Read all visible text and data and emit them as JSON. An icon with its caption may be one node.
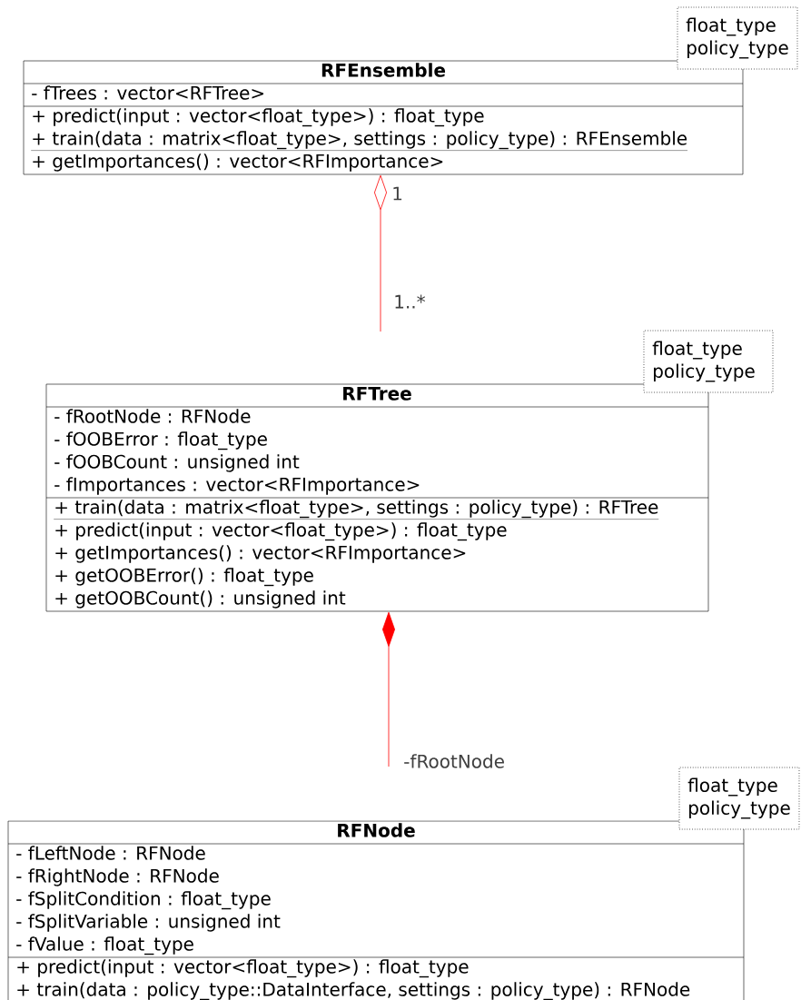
{
  "diagram": {
    "nodes": [
      {
        "text": [
          "float_type",
          "policy_type"
        ]
      },
      {
        "text": [
          "RFEnsemble",
          "- fTrees : vector<RFTree>",
          "+ predict(input : vector<float_type>) : float_type",
          "+ train(data : matrix<float_type>, settings : policy_type) : RFEnsemble",
          "+ getImportances() : vector<RFImportance>"
        ]
      },
      {
        "text": [
          "float_type",
          "policy_type"
        ]
      },
      {
        "text": [
          "RFTree",
          "- fRootNode : RFNode",
          "- fOOBError : float_type",
          "- fOOBCount : unsigned int",
          "- fImportances : vector<RFImportance>",
          "+ train(data : matrix<float_type>, settings : policy_type) : RFTree",
          "+ predict(input : vector<float_type>) : float_type",
          "+ getImportances() : vector<RFImportance>",
          "+ getOOBError() : float_type",
          "+ getOOBCount() : unsigned int"
        ]
      },
      {
        "text": [
          "float_type",
          "policy_type"
        ]
      },
      {
        "text": [
          "RFNode",
          "- fLeftNode : RFNode",
          "- fRightNode : RFNode",
          "- fSplitCondition : float_type",
          "- fSplitVariable : unsigned int",
          "- fValue : float_type",
          "+ predict(input : vector<float_type>) : float_type",
          "+ train(data : policy_type::DataInterface, settings : policy_type) : RFNode"
        ]
      }
    ],
    "edges": [
      {
        "from": 1,
        "to": null,
        "arrow": "other",
        "label": "1..*",
        "color": "#ff0000"
      },
      {
        "from": 3,
        "to": null,
        "arrow": "other",
        "label": "-fRootNode",
        "color": "#ff0000"
      }
    ],
    "labels": [
      "1"
    ]
  }
}
